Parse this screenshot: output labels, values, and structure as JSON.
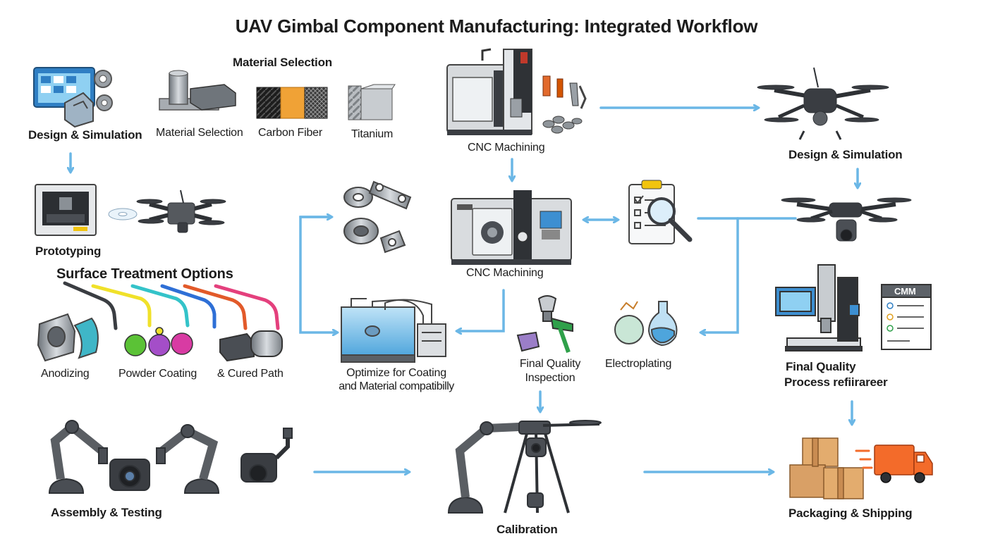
{
  "title": "UAV Gimbal Component Manufacturing: Integrated Workflow",
  "colors": {
    "arrow": "#6bb7e6",
    "steel": "#8d9399",
    "dark": "#3a3d42",
    "screen": "#3d8fd1",
    "orange": "#f36b2a",
    "box": "#d9a066"
  },
  "labels": {
    "design_sim_left": "Design & Simulation",
    "material_heading": "Material Selection",
    "material_selection": "Material Selection",
    "carbon_fiber": "Carbon Fiber",
    "titanium": "Titanium",
    "cnc_top": "CNC Machining",
    "design_sim_right": "Design & Simulation",
    "prototyping": "Prototyping",
    "cnc_mid": "CNC Machining",
    "surface_heading": "Surface Treatment Options",
    "anodizing": "Anodizing",
    "powder_coating": "Powder Coating",
    "cured_path": "& Cured Path",
    "optimize_line1": "Optimize for Coating",
    "optimize_line2": "and Material compatibilly",
    "final_qi_line1": "Final Quality",
    "final_qi_line2": "Inspection",
    "electroplating": "Electroplating",
    "final_qp_line1": "Final Quality",
    "final_qp_line2": "Process refiirareer",
    "cmm": "CMM",
    "assembly_testing": "Assembly & Testing",
    "calibration": "Calibration",
    "packaging_shipping": "Packaging & Shipping"
  }
}
